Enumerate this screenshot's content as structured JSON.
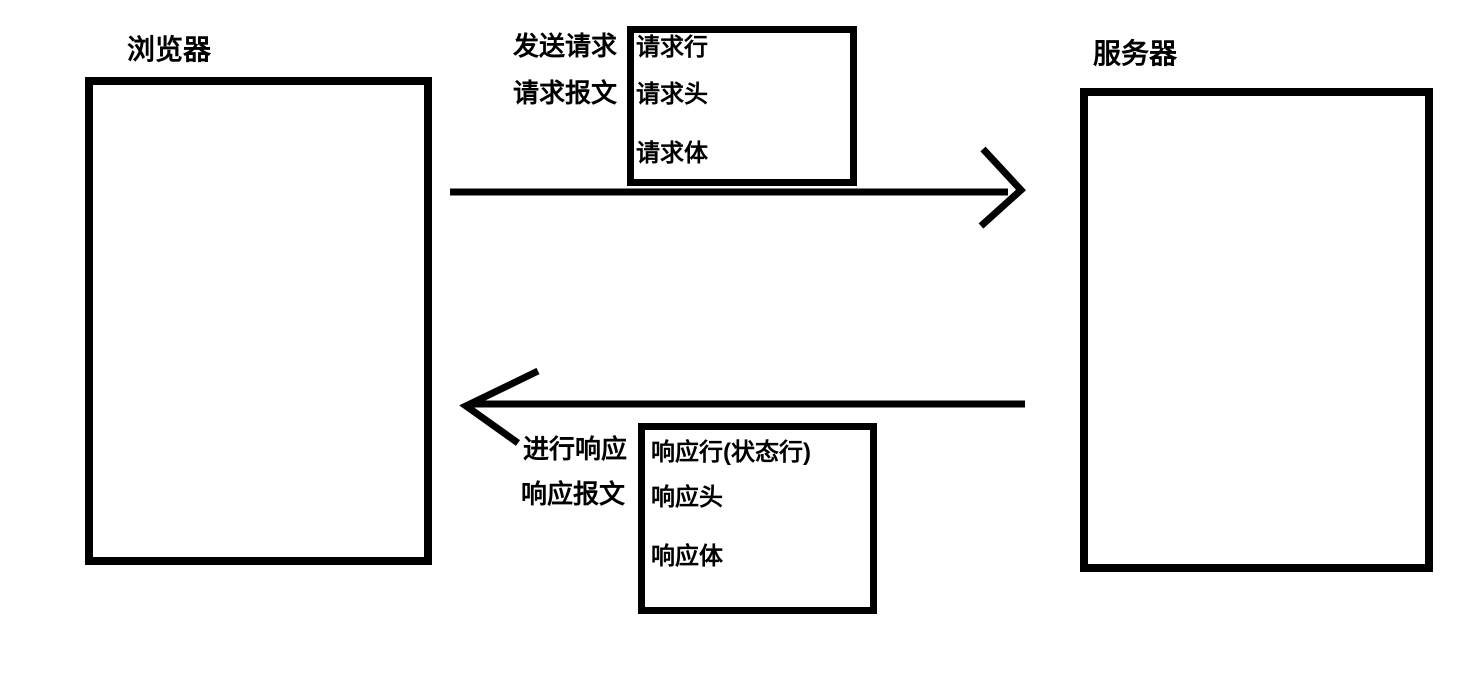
{
  "diagram": {
    "title": "Browser-Server HTTP request/response message diagram",
    "colors": {
      "ink": "#000000",
      "background": "#ffffff"
    },
    "browser": {
      "label": "浏览器"
    },
    "server": {
      "label": "服务器"
    },
    "request": {
      "action_label": "发送请求",
      "message_label": "请求报文",
      "box_lines": [
        "请求行",
        "请求头",
        "请求体"
      ]
    },
    "response": {
      "action_label": "进行响应",
      "message_label": "响应报文",
      "box_lines": [
        "响应行(状态行)",
        "响应头",
        "响应体"
      ]
    }
  }
}
